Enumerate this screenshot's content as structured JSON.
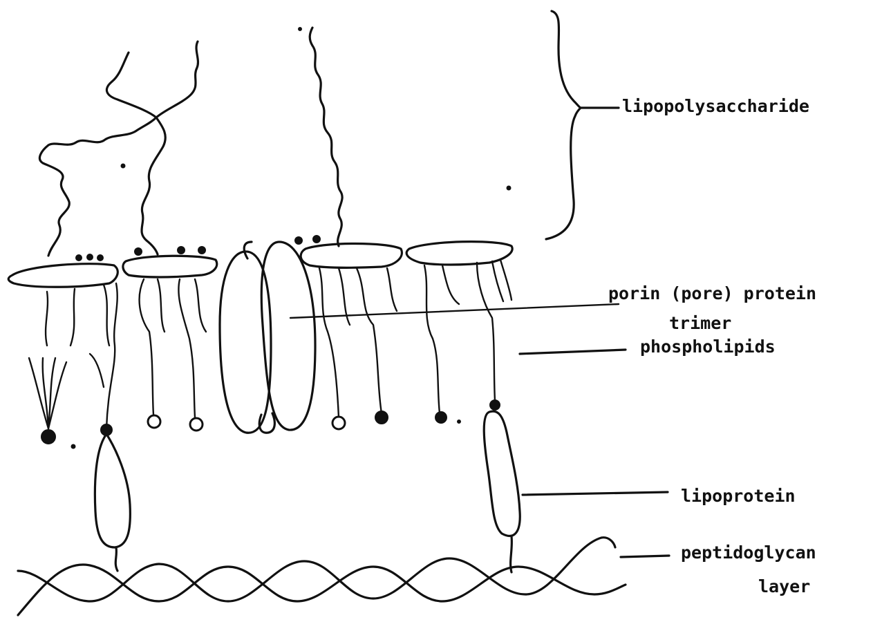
{
  "labels": {
    "lipopolysaccharide": "lipopolysaccharide",
    "porin_line1": "porin (pore) protein",
    "porin_line2": "trimer",
    "phospholipids": "phospholipids",
    "lipoprotein": "lipoprotein",
    "peptidoglycan_line1": "peptidoglycan",
    "peptidoglycan_line2": "layer"
  },
  "colors": {
    "ink": "#111111",
    "background": "#ffffff"
  }
}
